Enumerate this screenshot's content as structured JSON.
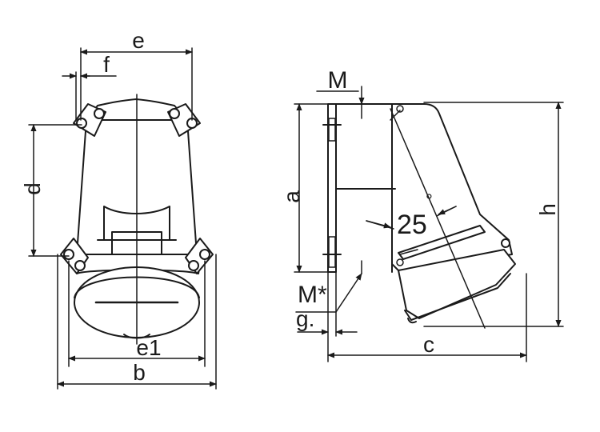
{
  "labels": {
    "e": "e",
    "f": "f",
    "d": "d",
    "e1": "e1",
    "b": "b",
    "M_top": "M",
    "a": "a",
    "angle": "25",
    "degree": "°",
    "h": "h",
    "M_star": "M*",
    "g": "g.",
    "c": "c"
  }
}
